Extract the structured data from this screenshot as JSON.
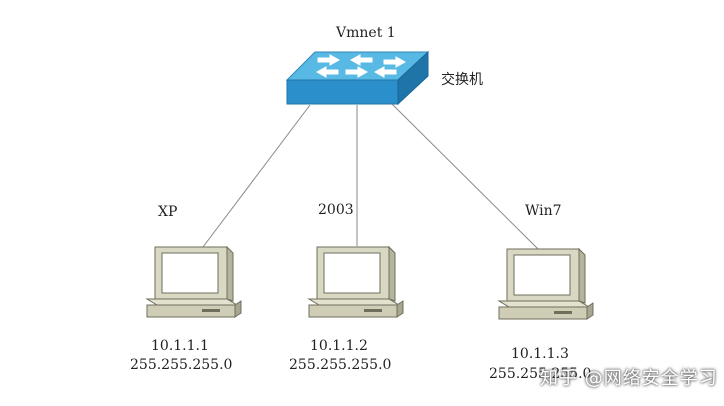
{
  "switch": {
    "name": "Vmnet 1",
    "label": "交换机"
  },
  "hosts": [
    {
      "name": "XP",
      "ip": "10.1.1.1",
      "mask": "255.255.255.0"
    },
    {
      "name": "2003",
      "ip": "10.1.1.2",
      "mask": "255.255.255.0"
    },
    {
      "name": "Win7",
      "ip": "10.1.1.3",
      "mask": "255.255.255.0"
    }
  ],
  "watermark": "知乎 @网络安全学习",
  "colors": {
    "switch_top": "#55b7e3",
    "switch_front": "#2a8fc9",
    "computer_body": "#d9d8c3",
    "computer_shadow": "#a7a690",
    "screen": "#ffffff",
    "link": "#888888"
  }
}
